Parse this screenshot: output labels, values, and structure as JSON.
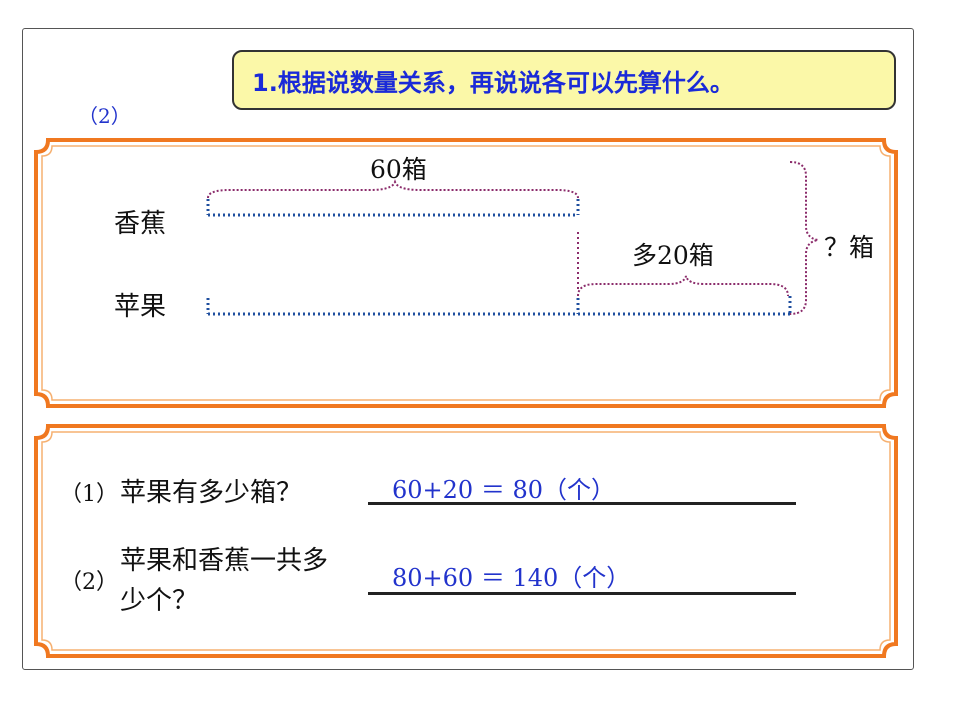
{
  "title": "1.根据说数量关系，再说说各可以先算什么。",
  "part_label": "（2）",
  "diagram": {
    "banana_label": "香蕉",
    "apple_label": "苹果",
    "banana_amount": "60箱",
    "extra_amount": "多20箱",
    "total_label": "？箱"
  },
  "questions": [
    {
      "number": "（1）",
      "text": "苹果有多少箱？",
      "answer": "60+20 ＝ 80（个）"
    },
    {
      "number": "（2）",
      "text_line1": "苹果和香蕉一共多",
      "text_line2": "少个？",
      "answer": "80+60 ＝ 140（个）"
    }
  ],
  "colors": {
    "banner_bg": "#fbf8a8",
    "accent_blue": "#2233cc",
    "panel_border": "#f07820",
    "dotted_blue": "#1f4f9f",
    "dotted_purple": "#8b2c6b"
  }
}
